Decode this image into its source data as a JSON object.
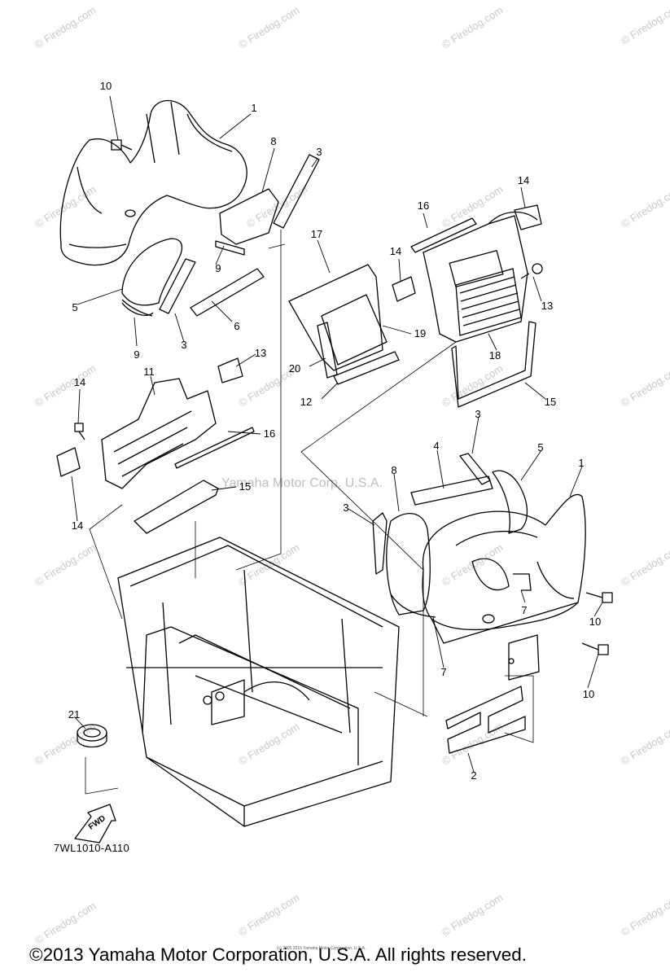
{
  "watermark": {
    "text": "© Firedog.com",
    "center_text": "Yamaha Motor Corp. U.S.A.",
    "color": "#c9c9c9"
  },
  "diagram": {
    "part_code": "7WL1010-A110",
    "fwd_label": "FWD",
    "callouts": [
      "10",
      "1",
      "8",
      "3",
      "5",
      "9",
      "3",
      "6",
      "9",
      "17",
      "16",
      "14",
      "14",
      "13",
      "19",
      "20",
      "12",
      "18",
      "15",
      "13",
      "11",
      "14",
      "16",
      "15",
      "14",
      "3",
      "4",
      "5",
      "1",
      "8",
      "3",
      "7",
      "7",
      "10",
      "10",
      "21",
      "2"
    ]
  },
  "footer": {
    "copyright": "©2013 Yamaha Motor Corporation, U.S.A. All rights reserved.",
    "small_copyright": "(c) 2005 2016 Yamaha Motor Corporation, U.S.A."
  }
}
